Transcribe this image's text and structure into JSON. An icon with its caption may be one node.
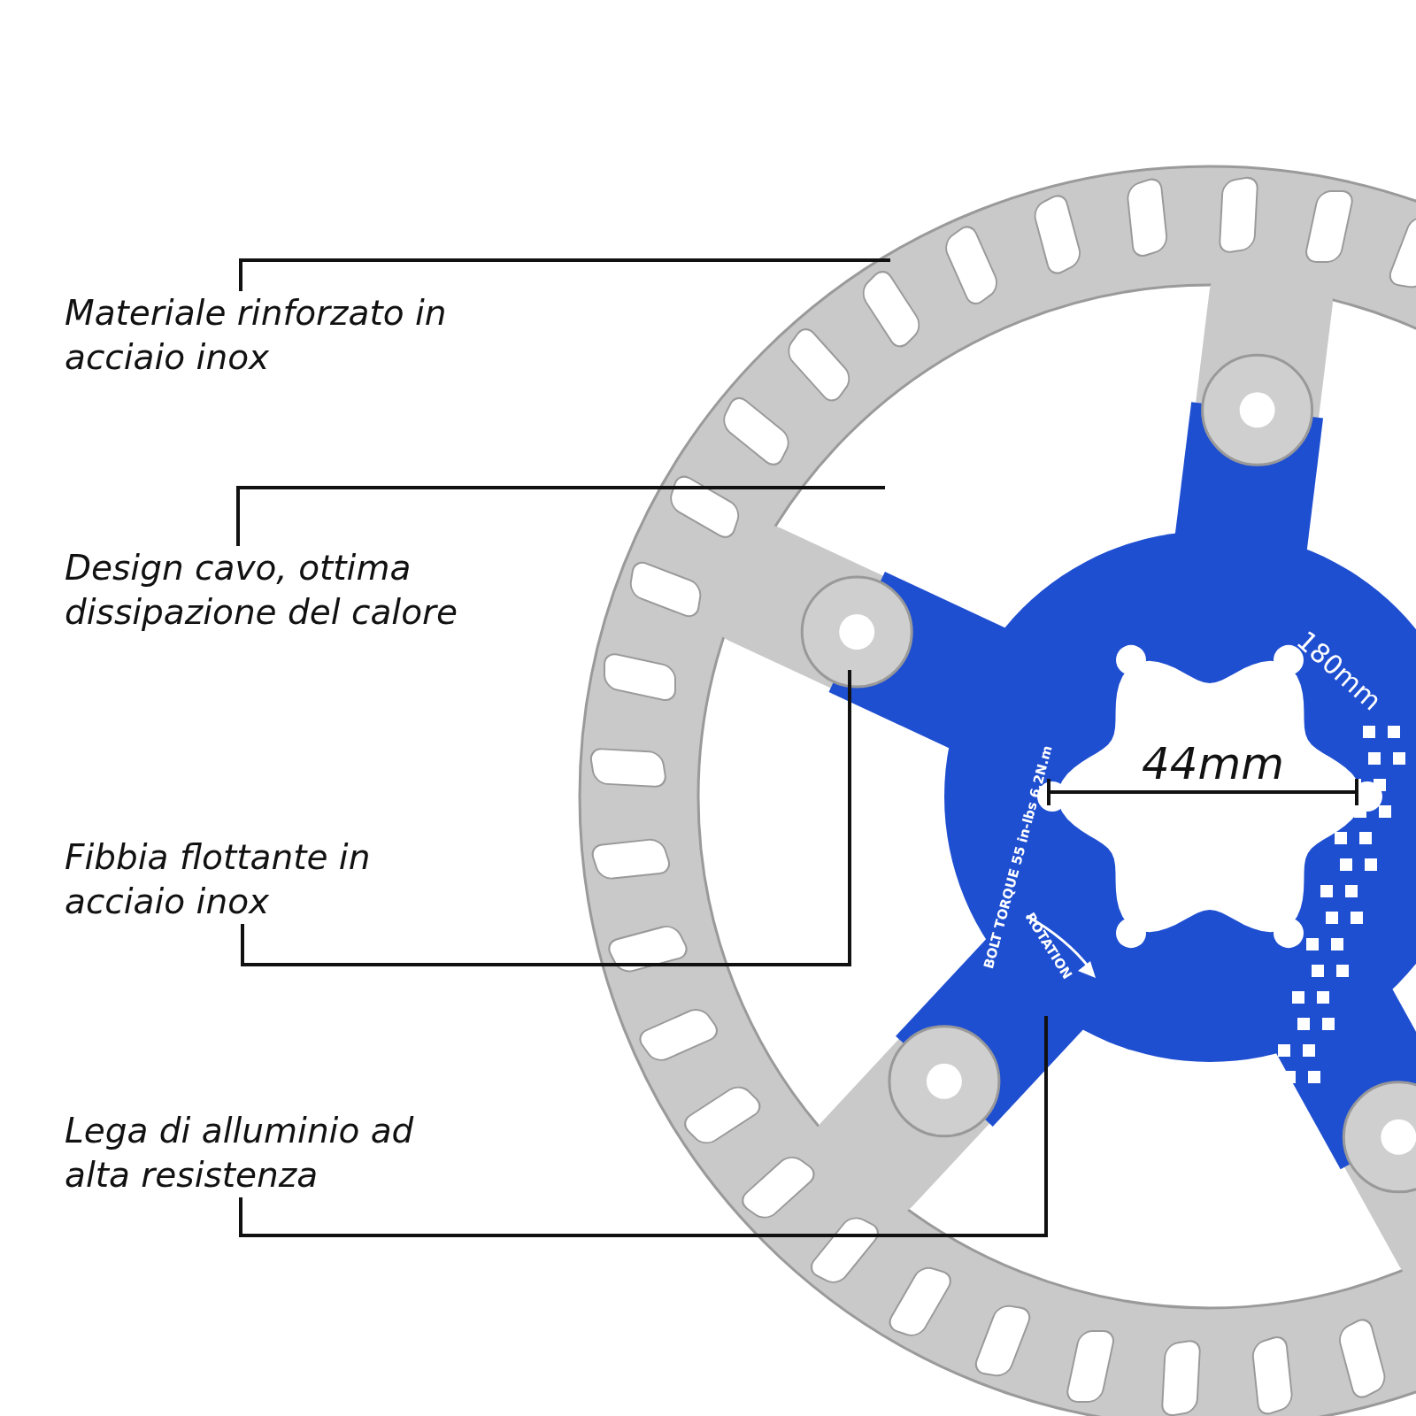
{
  "diagram": {
    "nodes": [
      {
        "text": [
          "Materiale rinforzato in acciaio inox"
        ]
      },
      {
        "text": [
          "Design cavo, ottima dissipazione del calore"
        ]
      },
      {
        "text": [
          "Fibbia flottante in acciaio inox"
        ]
      },
      {
        "text": [
          "Lega di alluminio ad alta resistenza"
        ]
      }
    ],
    "edges": [
      {
        "from": 0,
        "to": null,
        "arrow": "none"
      },
      {
        "from": 1,
        "to": null,
        "arrow": "none"
      },
      {
        "from": 2,
        "to": null,
        "arrow": "none"
      },
      {
        "from": 3,
        "to": null,
        "arrow": "none"
      }
    ],
    "labels": [
      "180mm",
      "44mm",
      "BOLT TORQUE 55 in-lbs 6.2N.m",
      "ROTATION"
    ]
  }
}
